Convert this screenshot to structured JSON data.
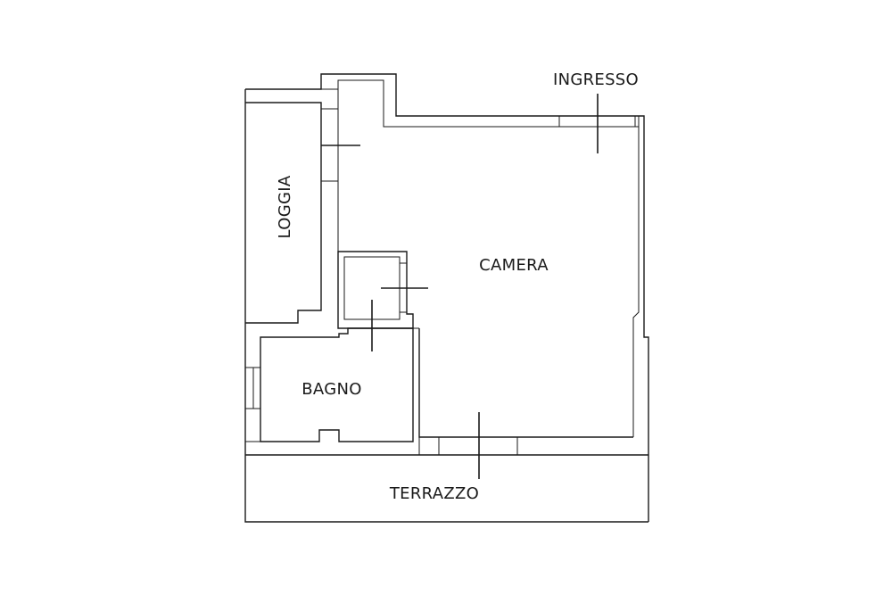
{
  "floorplan": {
    "rooms": {
      "ingresso": "INGRESSO",
      "loggia": "LOGGIA",
      "camera": "CAMERA",
      "bagno": "BAGNO",
      "terrazzo": "TERRAZZO"
    },
    "colors": {
      "background": "#ffffff",
      "line": "#1a1a1a"
    }
  }
}
